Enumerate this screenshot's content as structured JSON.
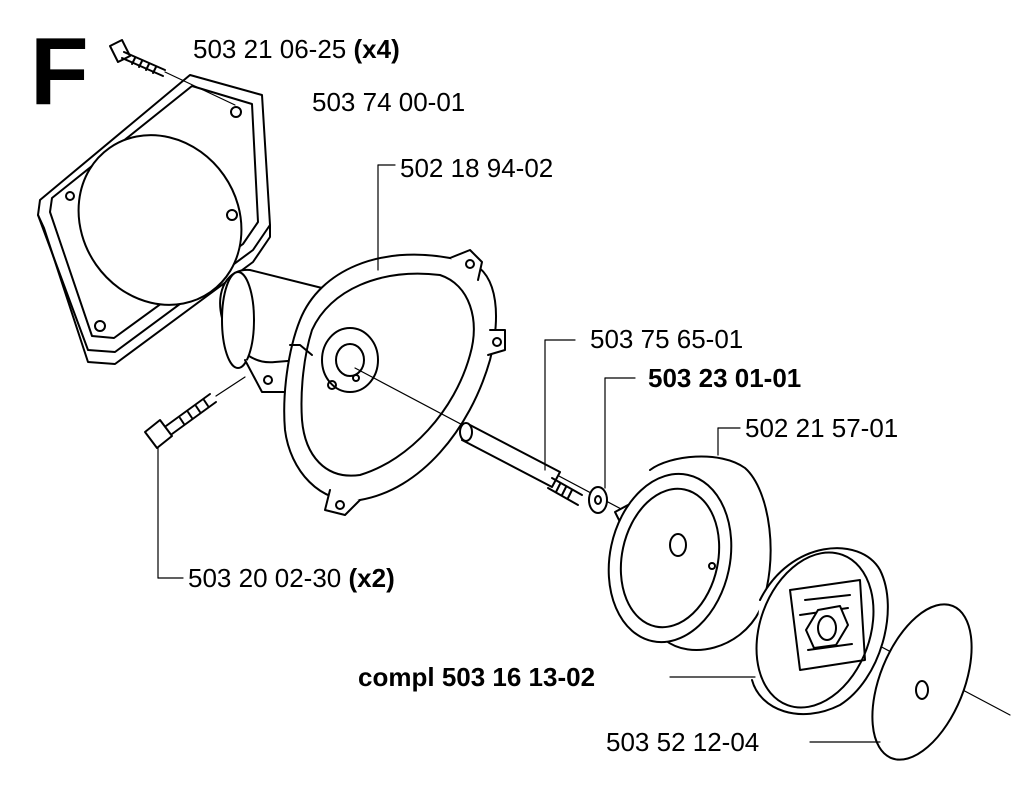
{
  "section_letter": "F",
  "parts": [
    {
      "id": "screw-top",
      "number": "503 21 06-25",
      "qty": "(x4)",
      "bold": false
    },
    {
      "id": "gasket",
      "number": "503 74 00-01",
      "qty": "",
      "bold": false
    },
    {
      "id": "clutch-housing",
      "number": "502 18 94-02",
      "qty": "",
      "bold": false
    },
    {
      "id": "pin",
      "number": "503 75 65-01",
      "qty": "",
      "bold": false
    },
    {
      "id": "washer",
      "number": "503 23 01-01",
      "qty": "",
      "bold": true
    },
    {
      "id": "clutch-drum",
      "number": "502 21 57-01",
      "qty": "",
      "bold": false
    },
    {
      "id": "screw-bottom",
      "number": "503 20 02-30",
      "qty": "(x2)",
      "bold": false
    },
    {
      "id": "clutch-assembly",
      "prefix": "compl",
      "number": "503 16 13-02",
      "qty": "",
      "bold": true
    },
    {
      "id": "disc",
      "number": "503 52 12-04",
      "qty": "",
      "bold": false
    }
  ]
}
